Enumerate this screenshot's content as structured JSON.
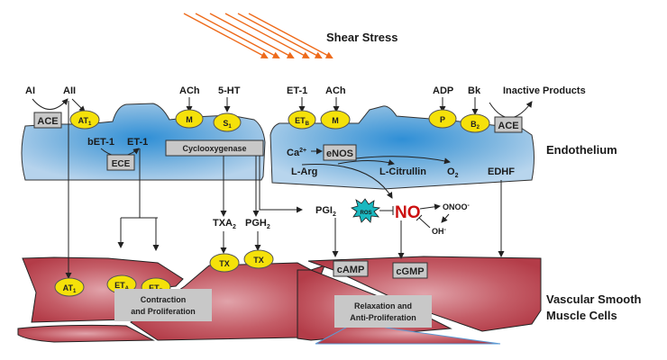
{
  "title": "Shear Stress",
  "regions": {
    "endothelium": "Endothelium",
    "vsmc_line1": "Vascular Smooth",
    "vsmc_line2": "Muscle Cells"
  },
  "colors": {
    "endothelium": "#6fa8d8",
    "endothelium_light": "#b9d6ee",
    "muscle": "#b9434f",
    "muscle_light": "#dd8d96",
    "receptor": "#f5e10a",
    "box": "#c8c8c8",
    "shear_arrows": "#ee6a1a",
    "no_text": "#cc1111",
    "ros": "#1ab8c0"
  },
  "ligands": {
    "ai": "AI",
    "aii": "AII",
    "ach1": "ACh",
    "ht5": "5-HT",
    "et1_top": "ET-1",
    "ach2": "ACh",
    "adp": "ADP",
    "bk": "Bk",
    "inactive": "Inactive Products"
  },
  "endothelial_receptors": {
    "at1": {
      "main": "AT",
      "sub": "1"
    },
    "m1": {
      "main": "M",
      "sub": ""
    },
    "s1": {
      "main": "S",
      "sub": "1"
    },
    "etb": {
      "main": "ET",
      "sub": "B"
    },
    "m2": {
      "main": "M",
      "sub": ""
    },
    "p": {
      "main": "P",
      "sub": ""
    },
    "b2": {
      "main": "B",
      "sub": "2"
    }
  },
  "enzymes": {
    "ace_left": "ACE",
    "ace_right": "ACE",
    "ece": "ECE",
    "cox": "Cyclooxygenase",
    "enos": "eNOS"
  },
  "molecules": {
    "bet1": "bET-1",
    "et1": "ET-1",
    "ca": {
      "main": "Ca",
      "sup": "2+"
    },
    "larg": "L-Arg",
    "lcit": "L-Citrullin",
    "o2": {
      "main": "O",
      "sub": "2"
    },
    "edhf": "EDHF",
    "txa2": {
      "main": "TXA",
      "sub": "2"
    },
    "pgh2": {
      "main": "PGH",
      "sub": "2"
    },
    "pgi2": {
      "main": "PGI",
      "sub": "2"
    },
    "no": "NO",
    "ros": "ROS",
    "onoo": {
      "main": "ONOO",
      "sup": "-"
    },
    "oh": {
      "main": "OH",
      "sup": "-"
    }
  },
  "smooth_muscle_receptors": {
    "at1": {
      "main": "AT",
      "sub": "1"
    },
    "eta": {
      "main": "ET",
      "sub": "A"
    },
    "etb": {
      "main": "ET",
      "sub": "B"
    },
    "tx1": "TX",
    "tx2": "TX"
  },
  "second_messengers": {
    "camp": "cAMP",
    "cgmp": "cGMP"
  },
  "outcomes": {
    "contraction_line1": "Contraction",
    "contraction_line2": "and Proliferation",
    "relaxation_line1": "Relaxation and",
    "relaxation_line2": "Anti-Proliferation"
  }
}
